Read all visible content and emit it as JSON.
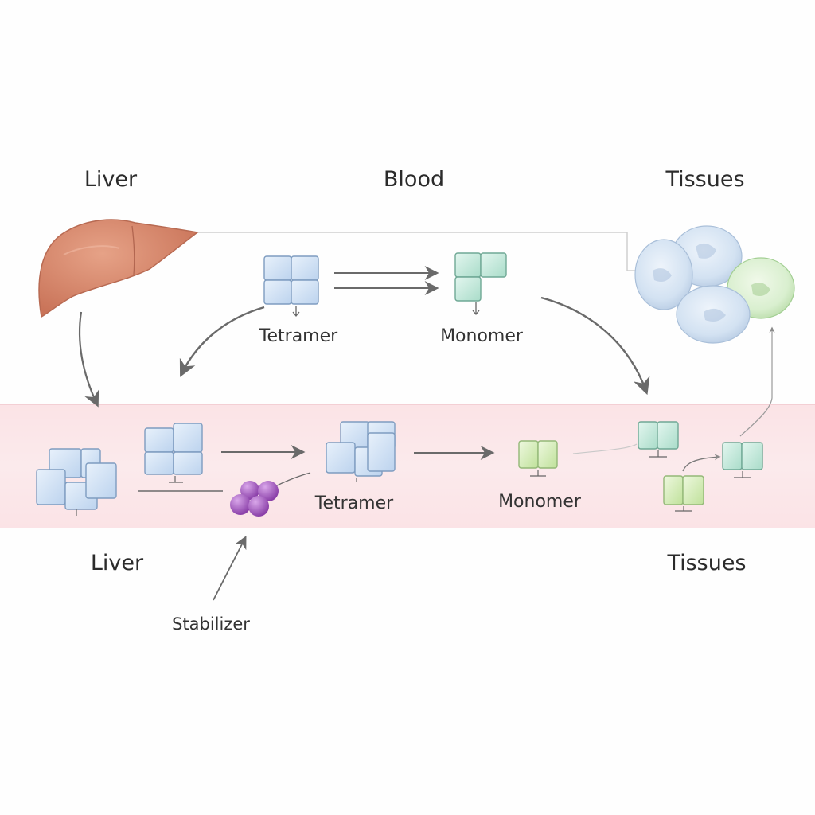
{
  "top": {
    "liver_label": "Liver",
    "blood_label": "Blood",
    "tissues_label": "Tissues",
    "tetramer_label": "Tetramer",
    "monomer_label": "Monomer"
  },
  "band": {
    "tetramer_label": "Tetramer",
    "monomer_label": "Monomer",
    "liver_label": "Liver",
    "tissues_label": "Tissues",
    "stabilizer_label": "Stabilizer"
  },
  "icons": [
    "liver-icon",
    "tetramer-icon",
    "monomer-icon",
    "tissue-cells-icon",
    "stabilizer-molecule-icon"
  ],
  "colors": {
    "liver": "#d98a6f",
    "tetramer_blue": "#cfe1f5",
    "monomer_teal": "#c8ece0",
    "monomer_green": "#d9efc0",
    "stabilizer_purple": "#9a4fb5",
    "band_pink": "#fbe6e9",
    "arrow_gray": "#6f6f6f"
  }
}
